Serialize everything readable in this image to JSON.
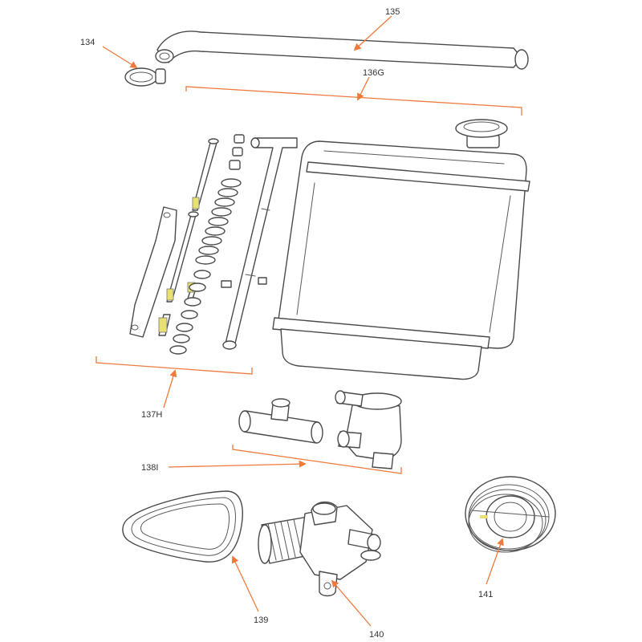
{
  "accent_color": "#f07a3c",
  "highlight_color": "#e8e070",
  "callouts": {
    "c134": "134",
    "c135": "135",
    "c136": "136G",
    "c137": "137H",
    "c138": "138I",
    "c139": "139",
    "c140": "140",
    "c141": "141"
  },
  "icons": {
    "arrow": "arrow-icon"
  }
}
